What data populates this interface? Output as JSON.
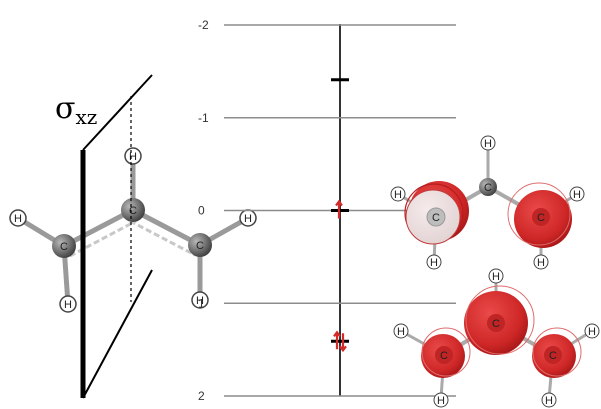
{
  "symmetry_plane": {
    "symbol": "σ",
    "subscript": "xz"
  },
  "energy_axis": {
    "tick_labels": [
      "-2",
      "-1",
      "0",
      "1",
      "2"
    ]
  },
  "energy_levels": [
    {
      "energy": -1.41,
      "electrons": 0
    },
    {
      "energy": 0.0,
      "electrons": 1
    },
    {
      "energy": 1.41,
      "electrons": 2
    }
  ],
  "molecule_atoms": {
    "carbon": "C",
    "hydrogen": "H"
  },
  "colors": {
    "orbital_lobe": "#d42a2a",
    "carbon_atom": "#7a7a7a",
    "level_line": "#8c8c8c",
    "axis_line": "#333333",
    "plane": "#000000"
  }
}
